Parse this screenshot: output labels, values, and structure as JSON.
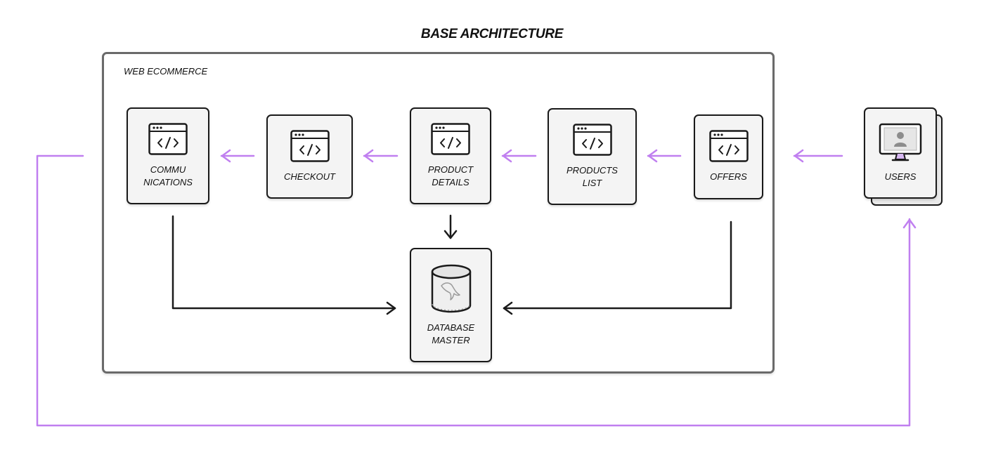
{
  "title": "BASE ARCHITECTURE",
  "container": {
    "label": "WEB ECOMMERCE"
  },
  "nodes": {
    "communications": {
      "line1": "COMMU",
      "line2": "NICATIONS",
      "icon": "code-window-icon"
    },
    "checkout": {
      "line1": "CHECKOUT",
      "icon": "code-window-icon"
    },
    "product_details": {
      "line1": "PRODUCT",
      "line2": "DETAILS",
      "icon": "code-window-icon"
    },
    "products_list": {
      "line1": "PRODUCTS",
      "line2": "LIST",
      "icon": "code-window-icon"
    },
    "offers": {
      "line1": "OFFERS",
      "icon": "code-window-icon"
    },
    "database": {
      "line1": "DATABASE",
      "line2": "MASTER",
      "icon": "database-cylinder-icon"
    },
    "users": {
      "line1": "USERS",
      "icon": "user-monitor-icon"
    }
  },
  "colors": {
    "flow_arrow": "#c07ff0",
    "data_arrow": "#1a1a1a",
    "node_border": "#1a1a1a",
    "container_border": "#6a6a6a"
  }
}
